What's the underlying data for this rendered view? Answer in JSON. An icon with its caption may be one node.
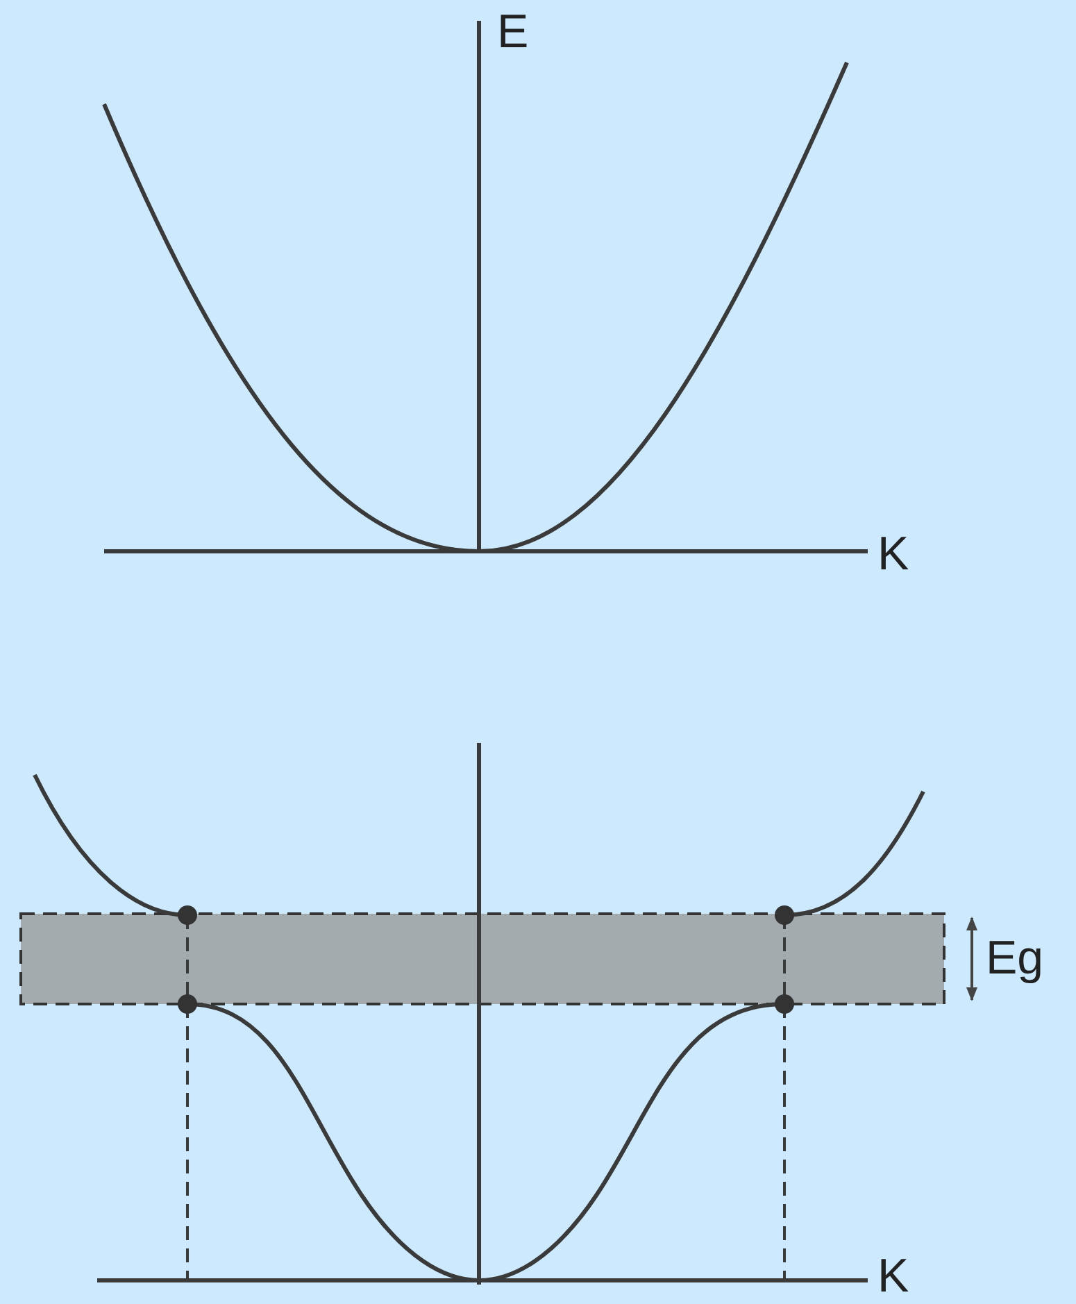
{
  "diagram": {
    "labels": [
      "E",
      "K",
      "Eg",
      "K"
    ]
  }
}
